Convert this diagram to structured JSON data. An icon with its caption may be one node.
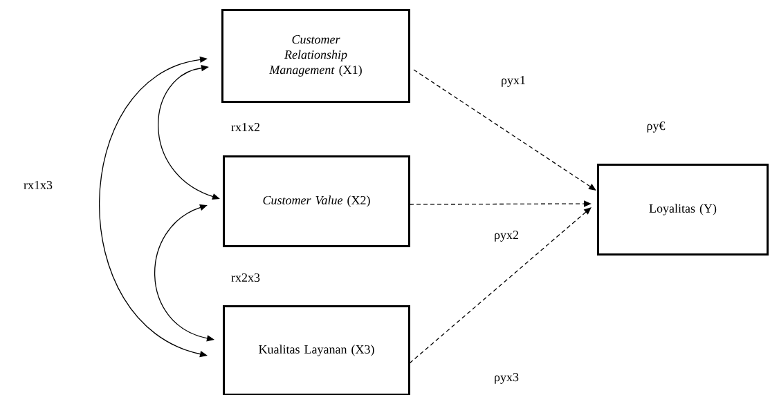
{
  "diagram": {
    "nodes": [
      {
        "text": [
          "*Customer Relationship Management* (X1)"
        ]
      },
      {
        "text": [
          "*Customer Value* (X2)"
        ]
      },
      {
        "text": [
          "Kualitas Layanan (X3)"
        ]
      },
      {
        "text": [
          "Loyalitas (Y)"
        ]
      }
    ],
    "edges": [
      {
        "from": 0,
        "to": 1,
        "arrow": "both"
      },
      {
        "from": 0,
        "to": 2,
        "arrow": "both"
      },
      {
        "from": 1,
        "to": 2,
        "arrow": "both"
      },
      {
        "from": 0,
        "to": 3,
        "arrow": "to",
        "style": "dashed"
      },
      {
        "from": 1,
        "to": 3,
        "arrow": "to",
        "style": "dashed"
      },
      {
        "from": 2,
        "to": 3,
        "arrow": "to",
        "style": "dashed"
      }
    ],
    "labels": [
      "ρyx1",
      "rx1x2",
      "ρy€",
      "rx1x3",
      "ρyx2",
      "rx2x3",
      "ρyx3"
    ]
  }
}
